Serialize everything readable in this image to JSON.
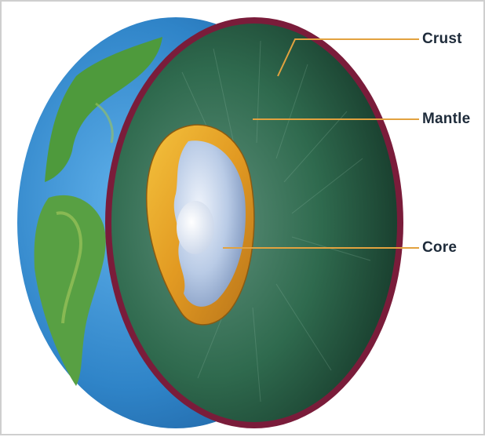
{
  "labels": {
    "crust": "Crust",
    "mantle": "Mantle",
    "core": "Core"
  },
  "colors": {
    "ocean": "#3a8fd1",
    "land": "#4e9a3c",
    "crust_rim": "#7a1c3a",
    "mantle": "#2f6a4e",
    "outer_core": "#e0a62a",
    "inner_core": "#b9cbe6",
    "leader_line": "#e2a23f",
    "label_text": "#1e2b3a"
  }
}
